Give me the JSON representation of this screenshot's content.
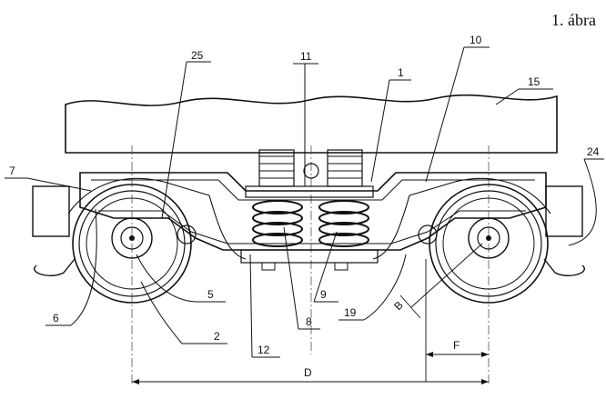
{
  "figure": {
    "caption": "1. ábra",
    "callouts": {
      "c25": "25",
      "c11": "11",
      "c1": "1",
      "c10": "10",
      "c15": "15",
      "c24": "24",
      "c7": "7",
      "c6": "6",
      "c5": "5",
      "c2": "2",
      "c12": "12",
      "c8": "8",
      "c9": "9",
      "c19": "19"
    },
    "dimensions": {
      "b": "B",
      "f": "F",
      "d": "D"
    }
  }
}
